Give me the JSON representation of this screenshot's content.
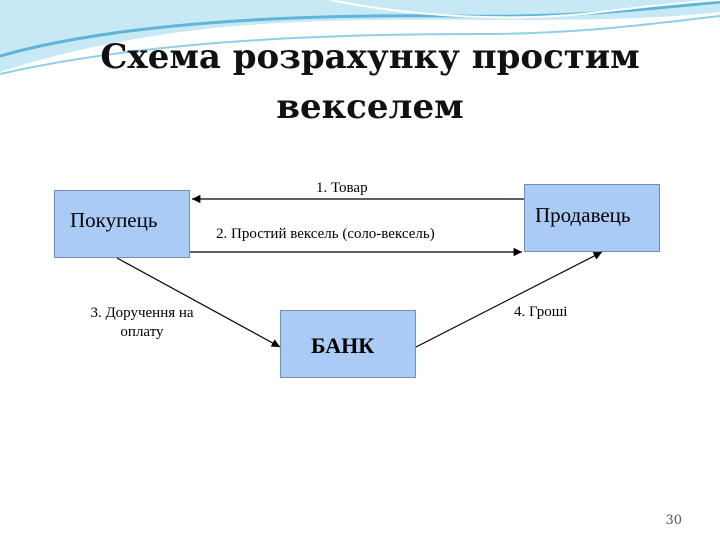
{
  "slide": {
    "title": "Схема розрахунку простим векселем",
    "page_number": "30"
  },
  "diagram": {
    "nodes": {
      "buyer": "Покупець",
      "seller": "Продавець",
      "bank": "БАНК"
    },
    "edges": {
      "goods": "1. Товар",
      "bill": "2. Простий вексель (соло-вексель)",
      "order": "3. Доручення на оплату",
      "money": "4. Гроші"
    }
  },
  "colors": {
    "box_fill": "#a9cbf5",
    "swoosh": "#5fb6d8"
  }
}
